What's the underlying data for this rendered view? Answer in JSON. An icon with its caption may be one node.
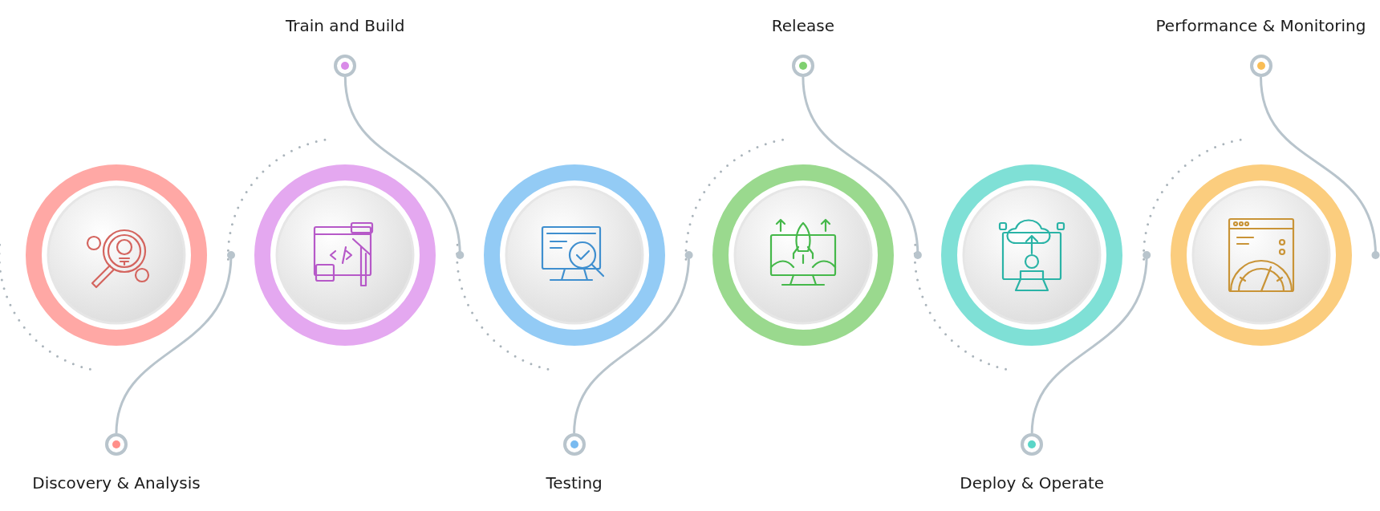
{
  "diagram": {
    "nodes": [
      {
        "text": [],
        "shape": "picture"
      },
      {
        "text": [
          "Discovery & Analysis"
        ]
      },
      {
        "text": [],
        "shape": "picture"
      },
      {
        "text": [
          "Train and Build"
        ]
      },
      {
        "text": [],
        "shape": "picture"
      },
      {
        "text": [
          "Testing"
        ]
      },
      {
        "text": [],
        "shape": "picture"
      },
      {
        "text": [
          "Release"
        ]
      },
      {
        "text": [],
        "shape": "picture"
      },
      {
        "text": [
          "Deploy & Operate"
        ]
      },
      {
        "text": [],
        "shape": "picture"
      },
      {
        "text": [
          "Performance & Monitoring"
        ]
      }
    ],
    "edges": [
      {
        "from": 0,
        "to": 1,
        "arrow": "other"
      },
      {
        "from": 2,
        "to": 3,
        "arrow": "other"
      },
      {
        "from": 4,
        "to": 5,
        "arrow": "other"
      },
      {
        "from": 6,
        "to": 7,
        "arrow": "other"
      },
      {
        "from": 8,
        "to": 9,
        "arrow": "other"
      },
      {
        "from": 10,
        "to": 11,
        "arrow": "other"
      }
    ]
  }
}
